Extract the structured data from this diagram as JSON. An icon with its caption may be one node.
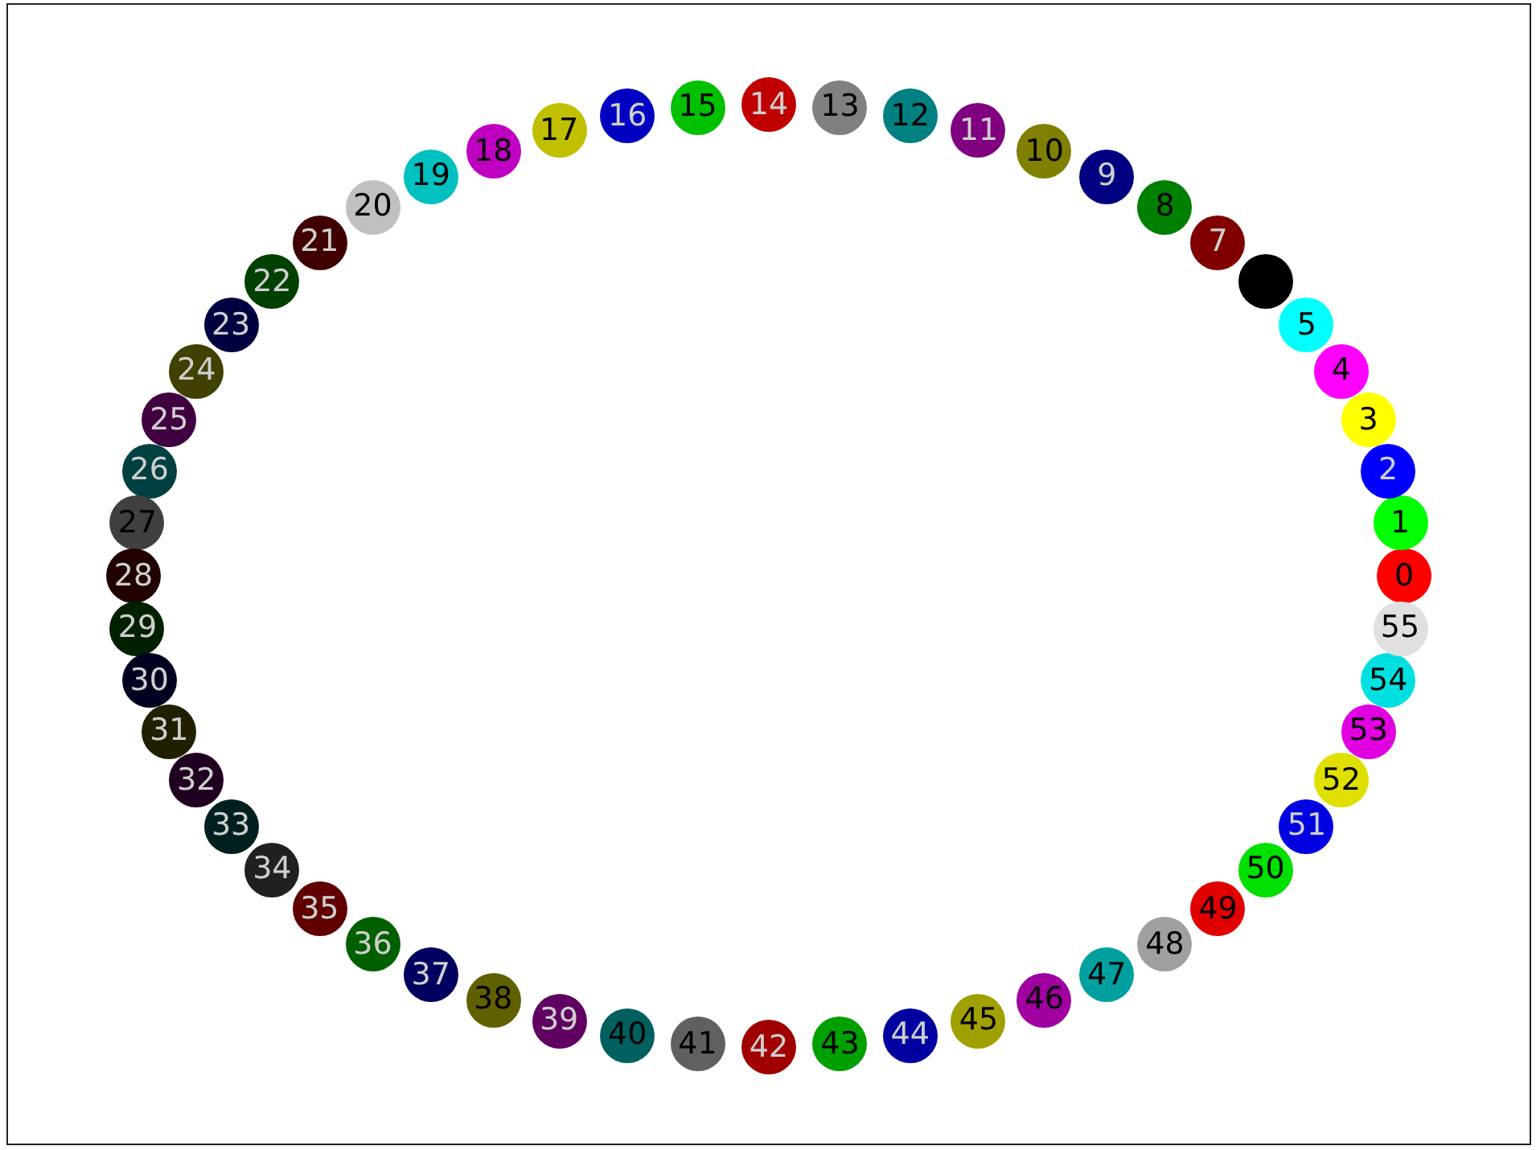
{
  "diagram": {
    "nodes": [
      {
        "text": [
          "0"
        ]
      },
      {
        "text": [
          "1"
        ]
      },
      {
        "text": [
          "2"
        ]
      },
      {
        "text": [
          "3"
        ]
      },
      {
        "text": [
          "4"
        ]
      },
      {
        "text": [
          "5"
        ]
      },
      {
        "text": [],
        "shape": "circle"
      },
      {
        "text": [
          "7"
        ]
      },
      {
        "text": [
          "8"
        ]
      },
      {
        "text": [
          "9"
        ]
      },
      {
        "text": [
          "10"
        ]
      },
      {
        "text": [
          "11"
        ]
      },
      {
        "text": [
          "12"
        ]
      },
      {
        "text": [
          "13"
        ]
      },
      {
        "text": [
          "14"
        ]
      },
      {
        "text": [
          "15"
        ]
      },
      {
        "text": [
          "16"
        ]
      },
      {
        "text": [
          "17"
        ]
      },
      {
        "text": [
          "18"
        ]
      },
      {
        "text": [
          "19"
        ]
      },
      {
        "text": [
          "20"
        ]
      },
      {
        "text": [
          "21"
        ]
      },
      {
        "text": [
          "22"
        ]
      },
      {
        "text": [
          "23"
        ]
      },
      {
        "text": [
          "24"
        ]
      },
      {
        "text": [
          "25"
        ]
      },
      {
        "text": [
          "26"
        ]
      },
      {
        "text": [
          "27"
        ]
      },
      {
        "text": [
          "28"
        ]
      },
      {
        "text": [
          "29"
        ]
      },
      {
        "text": [
          "30"
        ]
      },
      {
        "text": [
          "31"
        ]
      },
      {
        "text": [
          "32"
        ]
      },
      {
        "text": [
          "33"
        ]
      },
      {
        "text": [
          "34"
        ]
      },
      {
        "text": [
          "35"
        ]
      },
      {
        "text": [
          "36"
        ]
      },
      {
        "text": [
          "37"
        ]
      },
      {
        "text": [
          "38"
        ]
      },
      {
        "text": [
          "39"
        ]
      },
      {
        "text": [
          "40"
        ]
      },
      {
        "text": [
          "41"
        ]
      },
      {
        "text": [
          "42"
        ]
      },
      {
        "text": [
          "43"
        ]
      },
      {
        "text": [
          "44"
        ]
      },
      {
        "text": [
          "45"
        ]
      },
      {
        "text": [
          "46"
        ]
      },
      {
        "text": [
          "47"
        ]
      },
      {
        "text": [
          "48"
        ]
      },
      {
        "text": [
          "49"
        ]
      },
      {
        "text": [
          "50"
        ]
      },
      {
        "text": [
          "51"
        ]
      },
      {
        "text": [
          "52"
        ]
      },
      {
        "text": [
          "53"
        ]
      },
      {
        "text": [
          "54"
        ]
      },
      {
        "text": [
          "55"
        ]
      }
    ]
  }
}
